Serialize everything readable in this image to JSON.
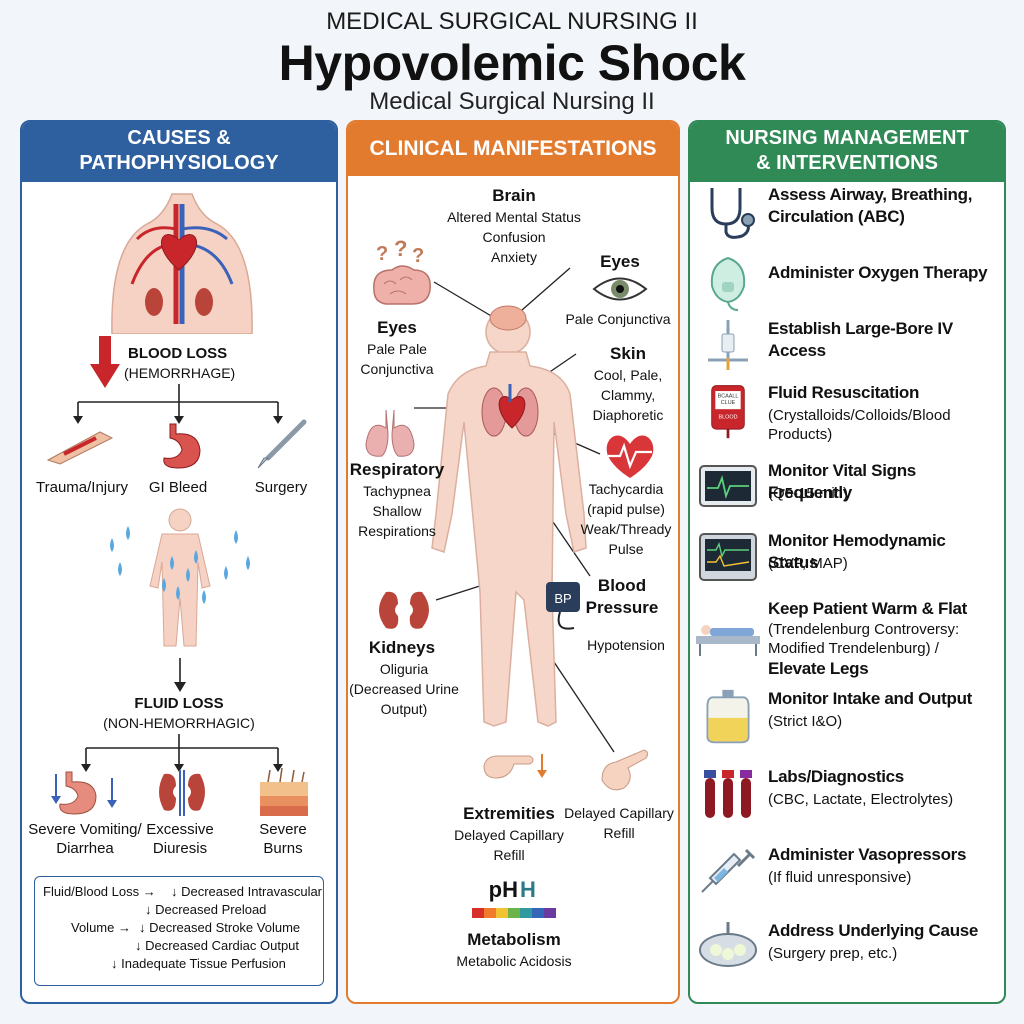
{
  "header": {
    "subtitle": "MEDICAL SURGICAL NURSING II",
    "title": "Hypovolemic Shock",
    "subtitle2": "Medical Surgical Nursing II"
  },
  "causes": {
    "heading_line1": "CAUSES &",
    "heading_line2": "PATHOPHYSIOLOGY",
    "blood_loss": "BLOOD LOSS",
    "blood_loss_sub": "(HEMORRHAGE)",
    "trauma": "Trauma/Injury",
    "gi_bleed": "GI Bleed",
    "surgery": "Surgery",
    "fluid_loss": "FLUID LOSS",
    "fluid_loss_sub": "(NON-HEMORRHAGIC)",
    "vomiting_l1": "Severe Vomiting/",
    "vomiting_l2": "Diarrhea",
    "diuresis_l1": "Excessive",
    "diuresis_l2": "Diuresis",
    "burns_l1": "Severe",
    "burns_l2": "Burns",
    "cascade": {
      "l1a": "Fluid/Blood Loss →",
      "l1b": "↓ Decreased Intravascular",
      "l2": "↓ Decreased Preload",
      "l3a": "Volume →",
      "l3b": "↓ Decreased Stroke Volume",
      "l4": "↓ Decreased Cardiac Output",
      "l5": "↓ Inadequate Tissue Perfusion"
    }
  },
  "clinical": {
    "heading": "CLINICAL MANIFESTATIONS",
    "brain_title": "Brain",
    "brain_l1": "Altered Mental Status",
    "brain_l2": "Confusion",
    "brain_l3": "Anxiety",
    "eyes_r_title": "Eyes",
    "eyes_r_l1": "Pale Conjunctiva",
    "eyes_l_title": "Eyes",
    "eyes_l_l1": "Pale Pale",
    "eyes_l_l2": "Conjunctiva",
    "skin_title": "Skin",
    "skin_l1": "Cool, Pale,",
    "skin_l2": "Clammy,",
    "skin_l3": "Diaphoretic",
    "resp_title": "Respiratory",
    "resp_l1": "Tachypnea",
    "resp_l2": "Shallow",
    "resp_l3": "Respirations",
    "heart_l1": "Tachycardia",
    "heart_l2": "(rapid pulse)",
    "heart_l3": "Weak/Thready",
    "heart_l4": "Pulse",
    "bp_icon_text": "BP",
    "bp_title_l1": "Blood",
    "bp_title_l2": "Pressure",
    "bp_l1": "Hypotension",
    "kidney_title": "Kidneys",
    "kidney_l1": "Oliguria",
    "kidney_l2": "(Decreased Urine",
    "kidney_l3": "Output)",
    "ext_title": "Extremities",
    "ext_l1": "Delayed Capillary",
    "ext_l2": "Refill",
    "ext_r_l1": "Delayed Capillary",
    "ext_r_l2": "Refill",
    "ph_label": "pH",
    "ph_h": "H",
    "metab_title": "Metabolism",
    "metab_l1": "Metabolic Acidosis"
  },
  "nursing": {
    "heading_line1": "NURSING MANAGEMENT",
    "heading_line2": "& INTERVENTIONS",
    "items": [
      {
        "title": "Assess Airway, Breathing, Circulation (ABC)",
        "sub": ""
      },
      {
        "title": "Administer Oxygen Therapy",
        "sub": ""
      },
      {
        "title": "Establish Large-Bore IV Access",
        "sub": ""
      },
      {
        "title": "Fluid Resuscitation",
        "sub": "(Crystalloids/Colloids/Blood Products)"
      },
      {
        "title": "Monitor Vital Signs Frequently",
        "sub": "(Q5-15 min)"
      },
      {
        "title": "Monitor Hemodynamic Status",
        "sub": "(CVP, MAP)"
      },
      {
        "title": "Keep Patient Warm & Flat",
        "sub": "(Trendelenburg Controversy: Modified Trendelenburg) /",
        "extra": "Elevate Legs"
      },
      {
        "title": "Monitor Intake and Output",
        "sub": "(Strict I&O)"
      },
      {
        "title": "Labs/Diagnostics",
        "sub": "(CBC, Lactate, Electrolytes)"
      },
      {
        "title": "Administer Vasopressors",
        "sub": "(If fluid unresponsive)"
      },
      {
        "title": "Address Underlying Cause",
        "sub": "(Surgery prep, etc.)"
      }
    ],
    "iv_bag_text_l1": "BCAALL",
    "iv_bag_text_l2": "CLUE",
    "iv_bag_text_l3": "BLOOD"
  },
  "colors": {
    "causes": "#2e5f9e",
    "clinical": "#e37b2e",
    "nursing": "#2f8a55",
    "blood": "#c8262b"
  }
}
